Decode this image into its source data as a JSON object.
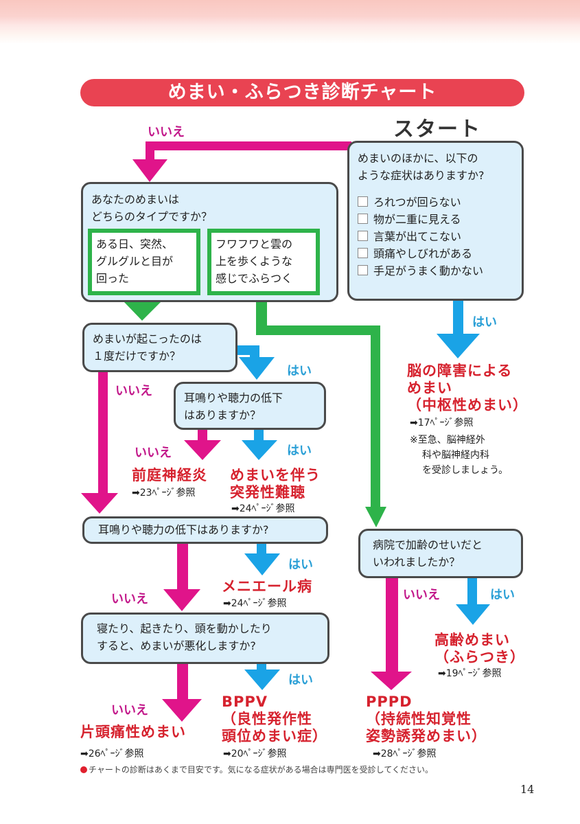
{
  "title": "めまい・ふらつき診断チャート",
  "start_label": "スタート",
  "labels": {
    "yes": "はい",
    "no": "いいえ"
  },
  "colors": {
    "title_bar": "#e94352",
    "no_arrow": "#e0148a",
    "yes_arrow": "#1aa3e6",
    "type_arrow": "#2eb34a",
    "result_text": "#d6222e",
    "box_fill": "#ddf0fb"
  },
  "q_start": {
    "line1": "めまいのほかに、以下の",
    "line2": "ような症状はありますか?",
    "checks": [
      "ろれつが回らない",
      "物が二重に見える",
      "言葉が出てこない",
      "頭痛やしびれがある",
      "手足がうまく動かない"
    ]
  },
  "q_type": {
    "line1": "あなたのめまいは",
    "line2": "どちらのタイプですか？",
    "option_a": [
      "ある日、突然、",
      "グルグルと目が",
      "回った"
    ],
    "option_b": [
      "フワフワと雲の",
      "上を歩くような",
      "感じでふらつく"
    ]
  },
  "q_once": {
    "line1": "めまいが起こったのは",
    "line2": "１度だけですか？"
  },
  "q_tinnitus1": {
    "line1": "耳鳴りや聴力の低下",
    "line2": "はありますか？"
  },
  "q_tinnitus2": {
    "line1": "耳鳴りや聴力の低下はありますか?"
  },
  "q_position": {
    "line1": "寝たり、起きたり、頭を動かしたり",
    "line2": "すると、めまいが悪化しますか?"
  },
  "q_aging": {
    "line1": "病院で加齢のせいだと",
    "line2": "いわれましたか？"
  },
  "results": {
    "central": {
      "lines": [
        "脳の障害による",
        "めまい",
        "（中枢性めまい）"
      ],
      "ref": "➡17ﾍﾟｰｼﾞ参照",
      "note": [
        "※至急、脳神経外",
        "科や脳神経内科",
        "を受診しましょう。"
      ]
    },
    "vestibular": {
      "lines": [
        "前庭神経炎"
      ],
      "ref": "➡23ﾍﾟｰｼﾞ参照"
    },
    "sudden": {
      "lines": [
        "めまいを伴う",
        "突発性難聴"
      ],
      "ref": "➡24ﾍﾟｰｼﾞ参照"
    },
    "meniere": {
      "lines": [
        "メニエール病"
      ],
      "ref": "➡24ﾍﾟｰｼﾞ参照"
    },
    "bppv": {
      "lines": [
        "BPPV",
        "（良性発作性",
        "頭位めまい症）"
      ],
      "ref": "➡20ﾍﾟｰｼﾞ参照"
    },
    "migraine": {
      "lines": [
        "片頭痛性めまい"
      ],
      "ref": "➡26ﾍﾟｰｼﾞ参照"
    },
    "aging": {
      "lines": [
        "高齢めまい",
        "（ふらつき）"
      ],
      "ref": "➡19ﾍﾟｰｼﾞ参照"
    },
    "pppd": {
      "lines": [
        "PPPD",
        "（持続性知覚性",
        "姿勢誘発めまい）"
      ],
      "ref": "➡28ﾍﾟｰｼﾞ参照"
    }
  },
  "footnote": "チャートの診断はあくまで目安です。気になる症状がある場合は専門医を受診してください。",
  "page_number": "14"
}
